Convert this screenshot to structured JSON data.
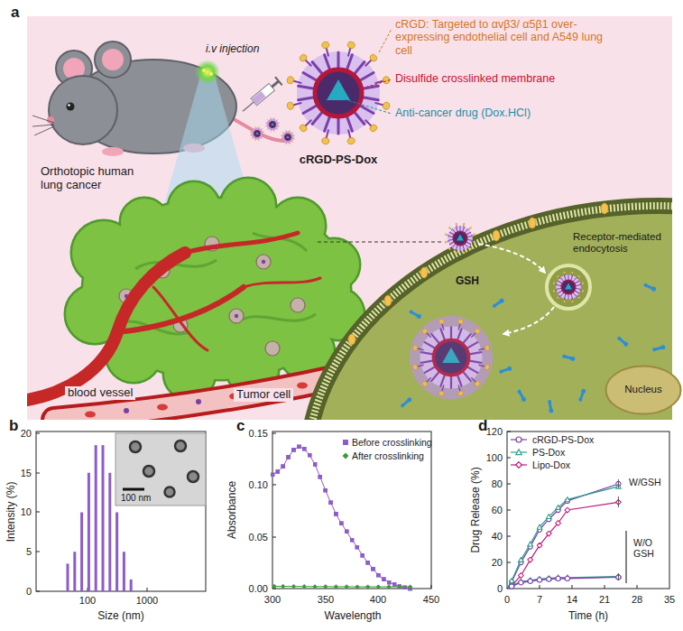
{
  "diagram": {
    "nodes": [
      {
        "text": [
          "a"
        ]
      },
      {
        "text": [
          "Nucleus"
        ],
        "in": 0
      }
    ],
    "labels": [
      "i.v injection",
      "cRGD-PS-Dox",
      "cRGD: Targeted to αvβ3/ α5β1 over-expressing endothelial cell and A549 lung cell",
      "Disulfide crosslinked membrane",
      "Anti-cancer drug (Dox.HCl)",
      "Orthotopic human lung cancer",
      "Receptor-mediated endocytosis",
      "GSH",
      "blood vessel",
      "Tumor cell",
      "b",
      "Intensity (%)",
      "20",
      "15",
      "10",
      "5",
      "0",
      "100",
      "1000",
      "Size (nm)",
      "100 nm",
      "c",
      "Absorbance",
      "0.15",
      "0.10",
      "0.05",
      "0.00",
      "300",
      "350",
      "400",
      "450",
      "Wavelength",
      "d",
      "Drug Release (%)",
      "120",
      "100",
      "80",
      "60",
      "40",
      "20",
      "0",
      "0",
      "7",
      "14",
      "21",
      "28",
      "35",
      "Time (h)",
      "W/GSH",
      "W/O GSH"
    ],
    "legend": [
      {
        "text": "Before crosslinking"
      },
      {
        "text": "After crosslinking"
      },
      {
        "text": "cRGD-PS-Dox"
      },
      {
        "text": "PS-Dox"
      },
      {
        "text": "Lipo-Dox"
      }
    ]
  }
}
